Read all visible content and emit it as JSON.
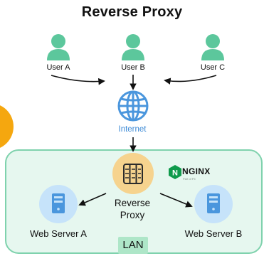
{
  "title": "Reverse Proxy",
  "users": [
    {
      "label": "User A"
    },
    {
      "label": "User B"
    },
    {
      "label": "User C"
    }
  ],
  "internet": {
    "label": "Internet"
  },
  "reverse_proxy": {
    "line1": "Reverse",
    "line2": "Proxy"
  },
  "nginx": {
    "logo_letter": "N",
    "name": "NGINX",
    "tagline": "Part of F5"
  },
  "servers": [
    {
      "label": "Web Server A"
    },
    {
      "label": "Web Server B"
    }
  ],
  "lan": {
    "label": "LAN"
  },
  "colors": {
    "user_green": "#5cc79c",
    "globe_blue": "#4a96dd",
    "lan_fill": "#e6f7ef",
    "lan_border": "#7fd2ad",
    "proxy_circle": "#f6d38e",
    "server_circle": "#c6e3fa",
    "accent_orange": "#f5a70f",
    "nginx_green": "#0f9a4b"
  }
}
